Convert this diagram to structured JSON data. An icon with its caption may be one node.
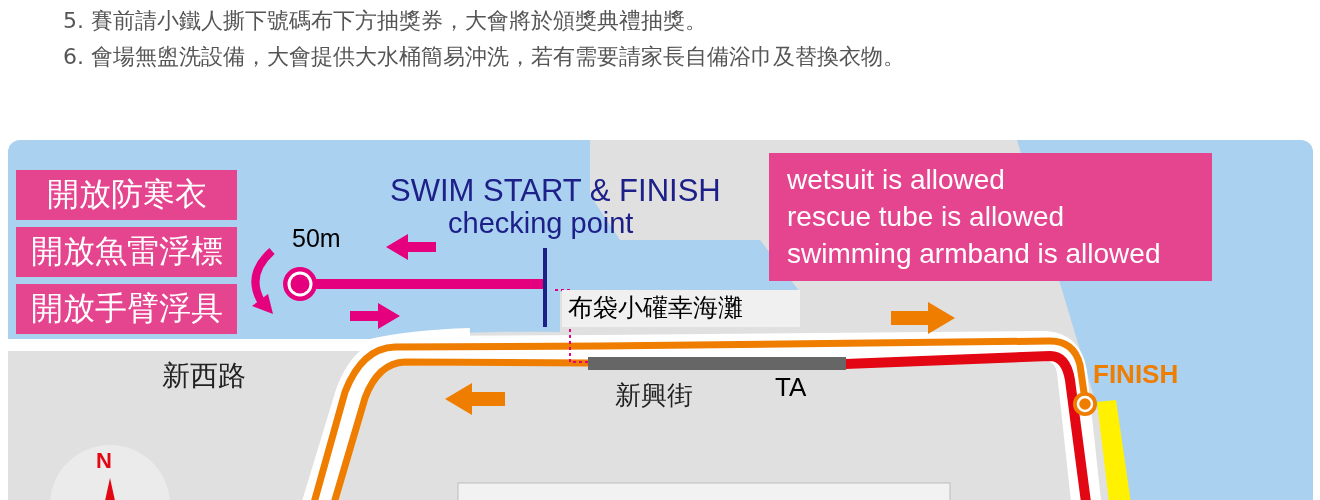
{
  "diagram": {
    "nodes": [
      {
        "text": [
          "開放防寒衣"
        ]
      },
      {
        "text": [
          "開放魚雷浮標"
        ]
      },
      {
        "text": [
          "開放手臂浮具"
        ]
      },
      {
        "text": [
          "wetsuit is allowed",
          "rescue tube is allowed",
          "swimming armband is allowed"
        ]
      }
    ],
    "labels": [
      "5. 賽前請小鐵人撕下號碼布下方抽獎券，大會將於頒獎典禮抽獎。",
      "6. 會場無盥洗設備，大會提供大水桶簡易沖洗，若有需要請家長自備浴巾及替換衣物。",
      "SWIM START & FINISH",
      "checking point",
      "50m",
      "布袋小礶幸海灘",
      "新西路",
      "新興街",
      "TA",
      "FINISH",
      "N"
    ]
  }
}
